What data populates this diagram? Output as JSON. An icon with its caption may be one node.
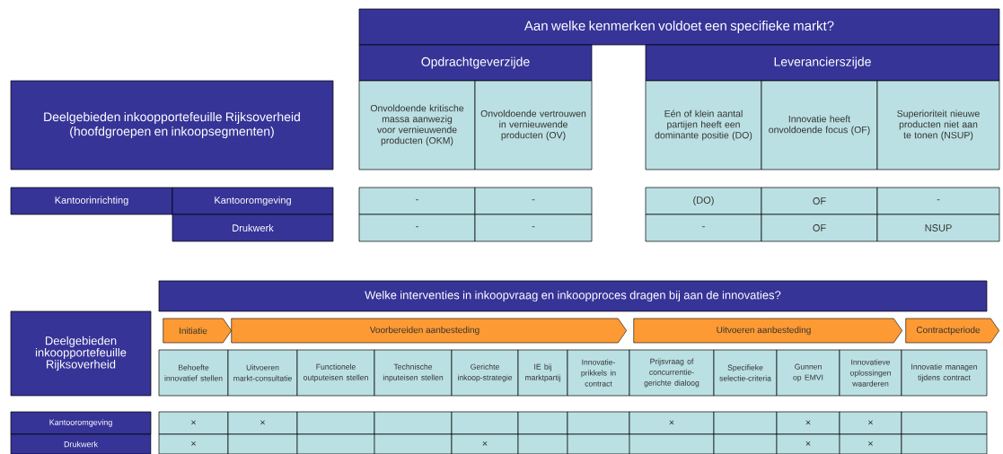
{
  "diagram": {
    "nodes": [
      {
        "text": [
          "Aan welke kenmerken voldoet een specifieke markt?"
        ]
      },
      {
        "text": [
          "Opdrachtgeverzijde"
        ]
      },
      {
        "text": [
          "Leverancierszijde"
        ]
      },
      {
        "text": [
          "Deelgebieden inkoopportefeuille Rijksoverheid",
          "(hoofdgroepen en inkoopsegmenten)"
        ]
      },
      {
        "text": [
          "Onvoldoende kritische massa aanwezig voor vernieuwende producten (OKM)"
        ]
      },
      {
        "text": [
          "Onvoldoende vertrouwen in vernieuwende producten (OV)"
        ]
      },
      {
        "text": [
          "Eén of klein aantal partijen heeft een dominante positie (DO)"
        ]
      },
      {
        "text": [
          "Innovatie heeft onvoldoende focus (OF)"
        ]
      },
      {
        "text": [
          "Superioriteit nieuwe producten niet aan te tonen (NSUP)"
        ]
      },
      {
        "text": [
          "Kantoorinrichting"
        ]
      },
      {
        "text": [
          "Kantooromgeving"
        ]
      },
      {
        "text": [
          "-"
        ]
      },
      {
        "text": [
          "-"
        ]
      },
      {
        "text": [
          "(DO)"
        ]
      },
      {
        "text": [
          "OF"
        ]
      },
      {
        "text": [
          "-"
        ]
      },
      {
        "text": [
          "Drukwerk"
        ]
      },
      {
        "text": [
          "-"
        ]
      },
      {
        "text": [
          "-"
        ]
      },
      {
        "text": [
          "-"
        ]
      },
      {
        "text": [
          "OF"
        ]
      },
      {
        "text": [
          "NSUP"
        ]
      },
      {
        "text": [
          "Welke interventies in inkoopvraag en inkoopproces dragen bij aan de innovaties?"
        ]
      },
      {
        "text": [
          "Deelgebieden inkoopportefeuille Rijksoverheid"
        ]
      },
      {
        "text": [
          "Initiatie"
        ]
      },
      {
        "text": [
          "Voorbereiden aanbesteding"
        ]
      },
      {
        "text": [
          "Uitvoeren aanbesteding"
        ]
      },
      {
        "text": [
          "Contractperiode"
        ]
      },
      {
        "text": [
          "Behoefte innovatief stellen"
        ]
      },
      {
        "text": [
          "Uitvoeren markt-consultatie"
        ]
      },
      {
        "text": [
          "Functionele outputeisen stellen"
        ]
      },
      {
        "text": [
          "Technische inputeisen stellen"
        ]
      },
      {
        "text": [
          "Gerichte inkoop-strategie"
        ]
      },
      {
        "text": [
          "IE bij marktpartij"
        ]
      },
      {
        "text": [
          "Innovatie-prikkels in contract"
        ]
      },
      {
        "text": [
          "Prijsvraag of concurrentie-gerichte dialoog"
        ]
      },
      {
        "text": [
          "Specifieke selectie-criteria"
        ]
      },
      {
        "text": [
          "Gunnen op EMVI"
        ]
      },
      {
        "text": [
          "Innovatieve oplossingen waarderen"
        ]
      },
      {
        "text": [
          "Innovatie managen tijdens contract"
        ]
      },
      {
        "text": [
          "Kantooromgeving"
        ]
      },
      {
        "text": [
          "×"
        ]
      },
      {
        "text": [
          "×"
        ]
      },
      {
        "text": [],
        "shape": "box"
      },
      {
        "text": [],
        "shape": "box"
      },
      {
        "text": [],
        "shape": "box"
      },
      {
        "text": [],
        "shape": "box"
      },
      {
        "text": [],
        "shape": "box"
      },
      {
        "text": [
          "×"
        ]
      },
      {
        "text": [],
        "shape": "box"
      },
      {
        "text": [
          "×"
        ]
      },
      {
        "text": [
          "×"
        ]
      },
      {
        "text": [],
        "shape": "box"
      },
      {
        "text": [
          "Drukwerk"
        ]
      },
      {
        "text": [
          "×"
        ]
      },
      {
        "text": [],
        "shape": "box"
      },
      {
        "text": [],
        "shape": "box"
      },
      {
        "text": [],
        "shape": "box"
      },
      {
        "text": [
          "×"
        ]
      },
      {
        "text": [],
        "shape": "box"
      },
      {
        "text": [],
        "shape": "box"
      },
      {
        "text": [],
        "shape": "box"
      },
      {
        "text": [],
        "shape": "box"
      },
      {
        "text": [
          "×"
        ]
      },
      {
        "text": [
          "×"
        ]
      },
      {
        "text": [],
        "shape": "box"
      }
    ]
  }
}
